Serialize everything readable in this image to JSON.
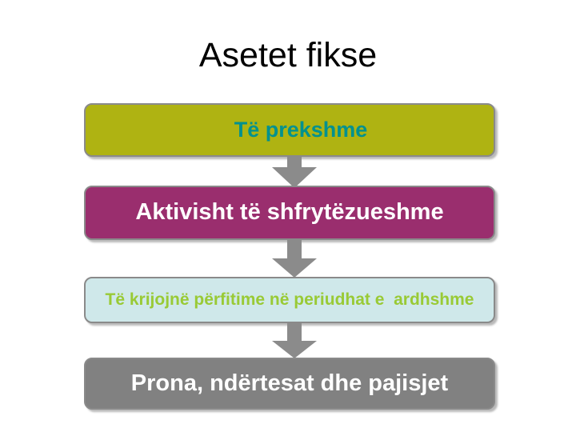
{
  "slide": {
    "title": "Asetet fikse",
    "title_color": "#000000",
    "background_color": "#ffffff"
  },
  "flow": {
    "border_color": "#8a8a8a",
    "connector_color": "#8b8b8b",
    "boxes": [
      {
        "label": "Të prekshme",
        "fill": "#afb312",
        "text_color": "#00918f"
      },
      {
        "label": "Aktivisht të shfrytëzueshme",
        "fill": "#9a2e6e",
        "text_color": "#ffffff"
      },
      {
        "label": "Të krijojnë përfitime në periudhat e  ardhshme",
        "fill": "#cfe8ea",
        "text_color": "#99ca35"
      },
      {
        "label": "Prona, ndërtesat dhe pajisjet",
        "fill": "#818181",
        "text_color": "#ffffff"
      }
    ]
  }
}
